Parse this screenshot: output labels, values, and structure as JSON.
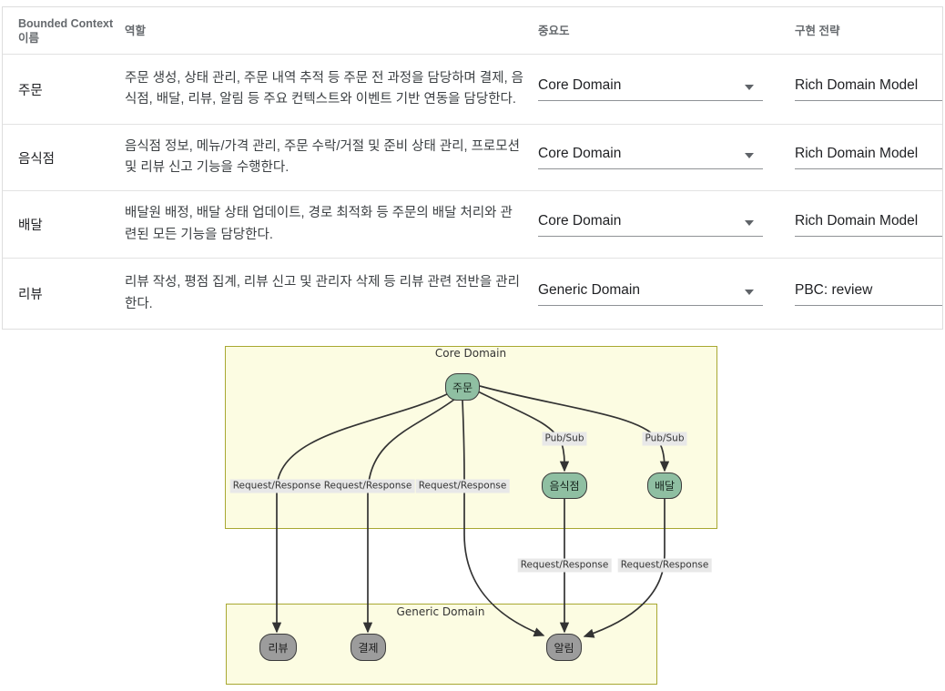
{
  "table": {
    "headers": [
      "Bounded Context 이름",
      "역할",
      "중요도",
      "구현 전략"
    ],
    "rows": [
      {
        "name": "주문",
        "role": "주문 생성, 상태 관리, 주문 내역 추적 등 주문 전 과정을 담당하며 결제, 음식점, 배달, 리뷰, 알림 등 주요 컨텍스트와 이벤트 기반 연동을 담당한다.",
        "importance": "Core Domain",
        "strategy": "Rich Domain Model"
      },
      {
        "name": "음식점",
        "role": "음식점 정보, 메뉴/가격 관리, 주문 수락/거절 및 준비 상태 관리, 프로모션 및 리뷰 신고 기능을 수행한다.",
        "importance": "Core Domain",
        "strategy": "Rich Domain Model"
      },
      {
        "name": "배달",
        "role": "배달원 배정, 배달 상태 업데이트, 경로 최적화 등 주문의 배달 처리와 관련된 모든 기능을 담당한다.",
        "importance": "Core Domain",
        "strategy": "Rich Domain Model"
      },
      {
        "name": "리뷰",
        "role": "리뷰 작성, 평점 집계, 리뷰 신고 및 관리자 삭제 등 리뷰 관련 전반을 관리한다.",
        "importance": "Generic Domain",
        "strategy": "PBC: review"
      }
    ]
  },
  "diagram": {
    "groups": [
      {
        "id": "core",
        "label": "Core Domain"
      },
      {
        "id": "generic",
        "label": "Generic Domain"
      }
    ],
    "nodes": [
      {
        "id": "order",
        "label": "주문",
        "group": "core"
      },
      {
        "id": "restaurant",
        "label": "음식점",
        "group": "core"
      },
      {
        "id": "delivery",
        "label": "배달",
        "group": "core"
      },
      {
        "id": "review",
        "label": "리뷰",
        "group": "generic"
      },
      {
        "id": "payment",
        "label": "결제",
        "group": "generic"
      },
      {
        "id": "notification",
        "label": "알림",
        "group": "generic"
      }
    ],
    "edges": [
      {
        "from": "주문",
        "to": "리뷰",
        "label": "Request/Response"
      },
      {
        "from": "주문",
        "to": "결제",
        "label": "Request/Response"
      },
      {
        "from": "주문",
        "to": "알림",
        "label": "Request/Response"
      },
      {
        "from": "주문",
        "to": "음식점",
        "label": "Pub/Sub"
      },
      {
        "from": "주문",
        "to": "배달",
        "label": "Pub/Sub"
      },
      {
        "from": "음식점",
        "to": "알림",
        "label": "Request/Response"
      },
      {
        "from": "배달",
        "to": "알림",
        "label": "Request/Response"
      }
    ],
    "colors": {
      "core_node_fill": "#8fbfa2",
      "generic_node_fill": "#9c9c9c",
      "group_fill": "#fcfce2",
      "group_border": "#a8a832",
      "edge_label_bg": "#e8e8e8",
      "edge_stroke": "#333333"
    }
  }
}
